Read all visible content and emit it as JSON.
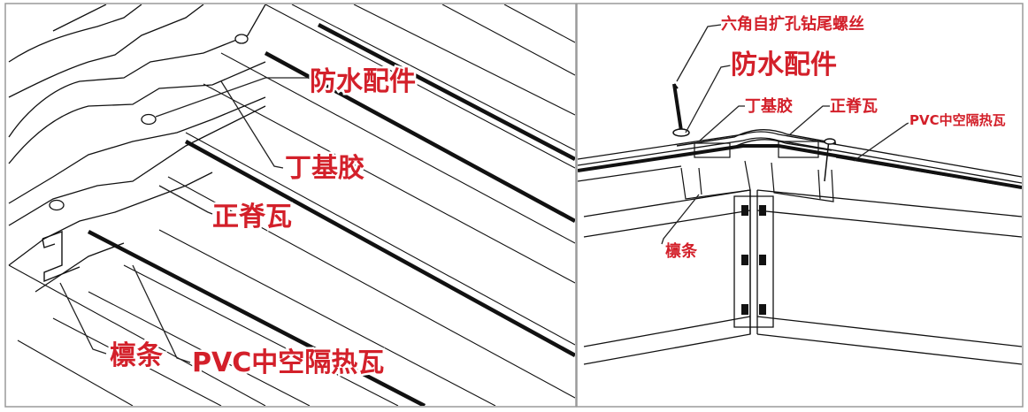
{
  "left_panel": {
    "labels": {
      "waterproof_fitting": "防水配件",
      "butyl_rubber": "丁基胶",
      "ridge_tile": "正脊瓦",
      "purlin": "檩条",
      "pvc_tile": "PVC中空隔热瓦"
    }
  },
  "right_panel": {
    "labels": {
      "hex_screw": "六角自扩孔钻尾螺丝",
      "waterproof_fitting": "防水配件",
      "butyl_rubber": "丁基胶",
      "ridge_tile": "正脊瓦",
      "pvc_tile": "PVC中空隔热瓦",
      "purlin": "檩条"
    }
  },
  "colors": {
    "label": "#d3202a",
    "line": "#111111",
    "frame": "#9a9a9a"
  }
}
